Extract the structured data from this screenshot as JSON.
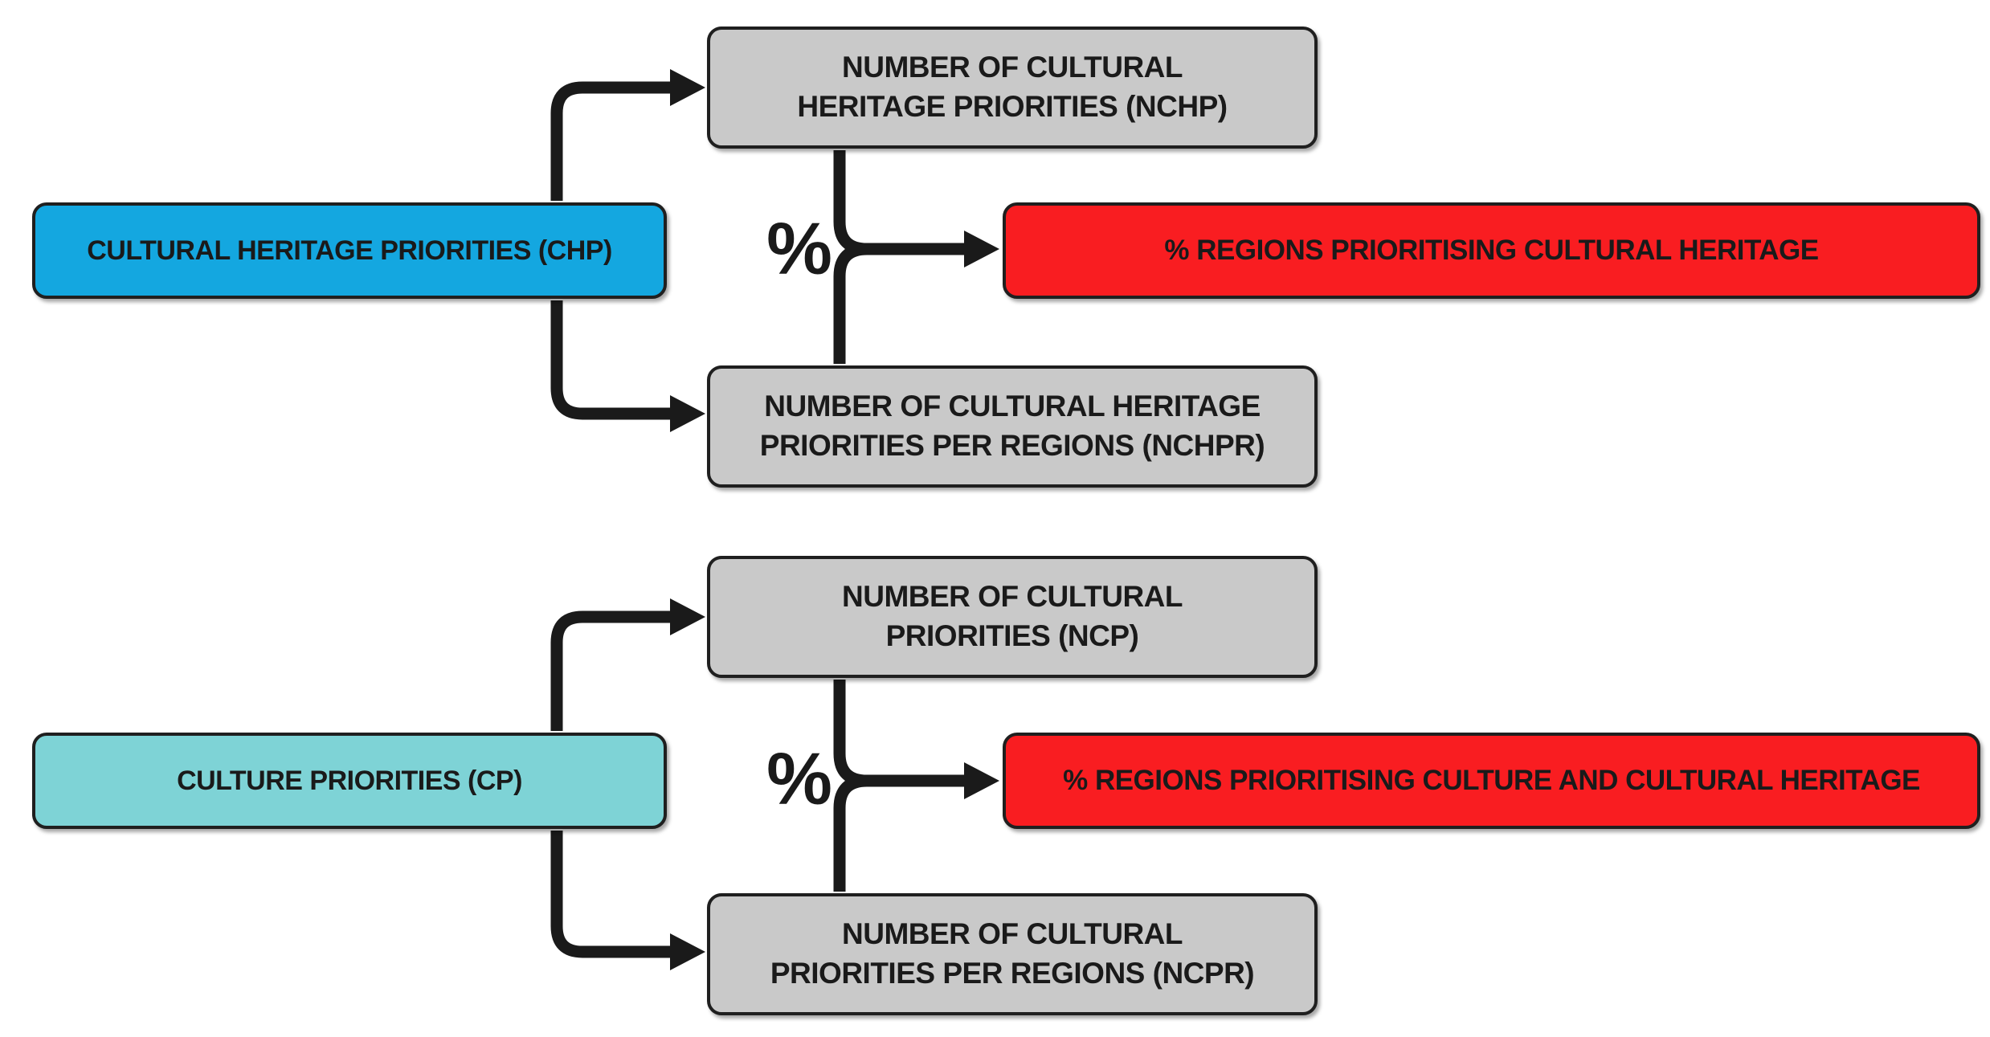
{
  "colors": {
    "source_blue": "#14A7E0",
    "source_teal": "#7ED3D6",
    "metric_gray": "#C9C9C9",
    "result_red": "#F91D21",
    "border_dark": "#1F1F1F",
    "text_dark": "#1A1A1A",
    "arrow_black": "#1A1A1A",
    "background": "#FFFFFF"
  },
  "diagram": {
    "groups": [
      {
        "source_label": "CULTURAL HERITAGE PRIORITIES (CHP)",
        "numerator_line1": "NUMBER OF CULTURAL",
        "numerator_line2": "HERITAGE PRIORITIES (NCHP)",
        "denominator_line1": "NUMBER OF CULTURAL HERITAGE",
        "denominator_line2": "PRIORITIES PER REGIONS (NCHPR)",
        "operator": "%",
        "result_label": "% REGIONS PRIORITISING CULTURAL HERITAGE"
      },
      {
        "source_label": "CULTURE PRIORITIES (CP)",
        "numerator_line1": "NUMBER OF CULTURAL",
        "numerator_line2": "PRIORITIES (NCP)",
        "denominator_line1": "NUMBER OF CULTURAL",
        "denominator_line2": "PRIORITIES PER REGIONS (NCPR)",
        "operator": "%",
        "result_label": "% REGIONS PRIORITISING CULTURE AND CULTURAL HERITAGE"
      }
    ]
  }
}
